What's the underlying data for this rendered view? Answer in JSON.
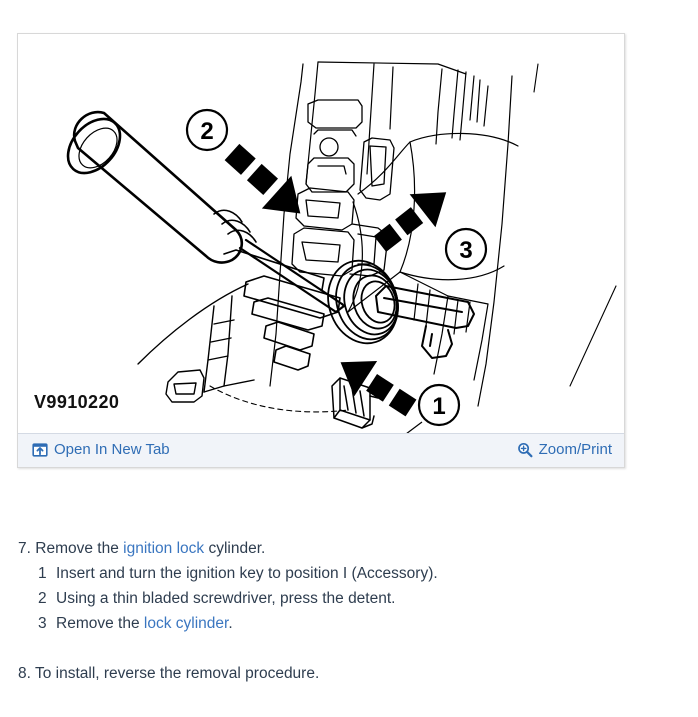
{
  "figure": {
    "caption_id": "V9910220",
    "callouts": [
      {
        "number": "1",
        "meaning": "ignition key / lock cylinder removal direction"
      },
      {
        "number": "2",
        "meaning": "screwdriver pressing the detent"
      },
      {
        "number": "3",
        "meaning": "lock cylinder release direction"
      }
    ],
    "actions": {
      "open_in_new_tab": {
        "label": "Open In New Tab",
        "icon": "open-in-new-tab-icon"
      },
      "zoom_print": {
        "label": "Zoom/Print",
        "icon": "magnifier-plus-icon"
      }
    }
  },
  "procedure": {
    "step7": {
      "number": "7.",
      "text_before": "Remove the ",
      "link_text": "ignition lock",
      "text_after": " cylinder.",
      "substeps": [
        {
          "number": "1",
          "text_before": "Insert and turn the ignition key to position I (Accessory).",
          "link_text": "",
          "text_after": ""
        },
        {
          "number": "2",
          "text_before": "Using a thin bladed screwdriver, press the detent.",
          "link_text": "",
          "text_after": ""
        },
        {
          "number": "3",
          "text_before": "Remove the ",
          "link_text": "lock cylinder",
          "text_after": "."
        }
      ]
    },
    "step8": {
      "number": "8.",
      "text": "To install, reverse the removal procedure."
    }
  },
  "colors": {
    "link": "#3a76c0",
    "action_link": "#2f6db5",
    "body_text": "#2e3d4f",
    "panel_border": "#d8d8d8",
    "footer_bg": "#f1f4f9",
    "line_art": "#000000"
  }
}
